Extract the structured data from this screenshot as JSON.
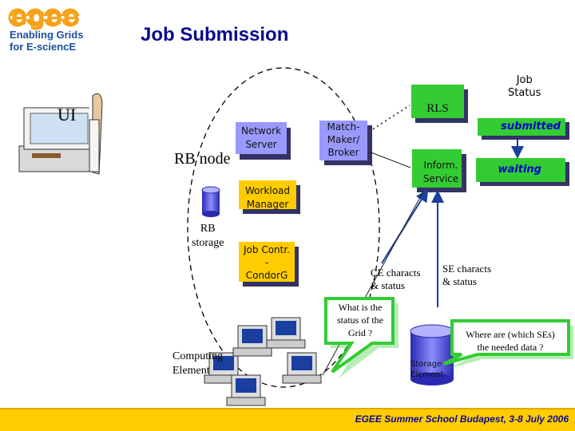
{
  "logo": {
    "mark": "egee",
    "line1": "Enabling Grids",
    "line2": "for E-sciencE"
  },
  "slide_title": "Job Submission",
  "labels": {
    "ui": "UI",
    "job_status": "Job\nStatus",
    "rb_node": "RB node",
    "rb_storage": "RB\nstorage",
    "computing_element": "Computing\nElement",
    "ce_characts": "CE characts\n& status",
    "se_characts": "SE characts\n& status"
  },
  "boxes": {
    "network_server": "Network\nServer",
    "match_maker": "Match-\nMaker/\nBroker",
    "workload_manager": "Workload\nManager",
    "job_contr": "Job Contr.\n-\nCondorG",
    "rls": "RLS",
    "inform_service": "Inform.\nService",
    "storage_element": "Storage\nElement"
  },
  "status": {
    "submitted": "submitted",
    "waiting": "waiting"
  },
  "bubbles": {
    "grid_question": "What is the\nstatus of the\nGrid ?",
    "se_question": "Where are (which SEs)\nthe needed data ?"
  },
  "footer": "EGEE Summer School Budapest, 3-8 July 2006",
  "colors": {
    "title": "#0a0a8c",
    "box_purple": "#9999ff",
    "box_yellow": "#ffcc00",
    "box_shadow": "#333366",
    "green": "#33cc33",
    "status_blue": "#0000cc",
    "bubble_green": "#33cc33",
    "footer_yellow": "#ffcc00",
    "logo_orange": "#f7a21b",
    "logo_blue": "#1a4f9c"
  }
}
